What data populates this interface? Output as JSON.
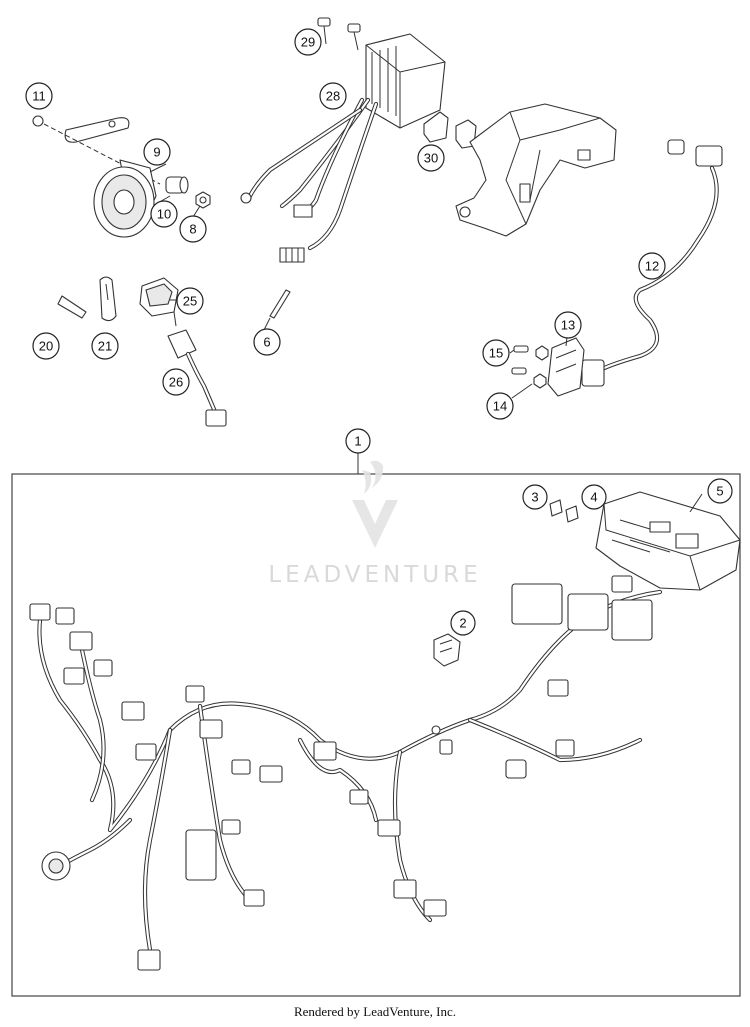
{
  "watermark": {
    "text": "LEADVENTURE"
  },
  "footer": {
    "text": "Rendered by LeadVenture, Inc."
  },
  "callouts": [
    {
      "label": "29"
    },
    {
      "label": "28"
    },
    {
      "label": "11"
    },
    {
      "label": "9"
    },
    {
      "label": "10"
    },
    {
      "label": "8"
    },
    {
      "label": "30"
    },
    {
      "label": "12"
    },
    {
      "label": "20"
    },
    {
      "label": "21"
    },
    {
      "label": "25"
    },
    {
      "label": "6"
    },
    {
      "label": "26"
    },
    {
      "label": "13"
    },
    {
      "label": "15"
    },
    {
      "label": "14"
    },
    {
      "label": "1"
    },
    {
      "label": "3"
    },
    {
      "label": "4"
    },
    {
      "label": "5"
    },
    {
      "label": "2"
    }
  ]
}
